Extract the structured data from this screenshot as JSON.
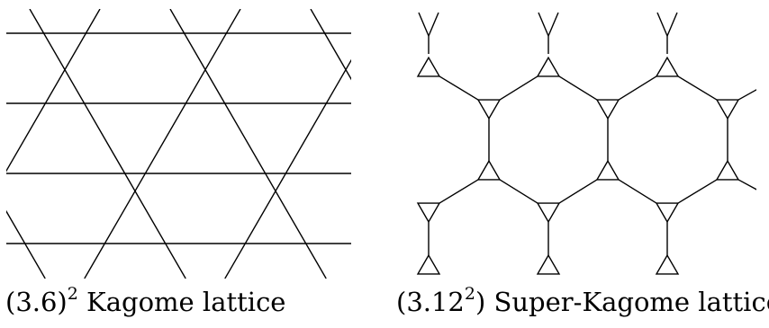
{
  "kagome": {
    "caption_open": "(3.6)",
    "caption_exp": "2",
    "caption_text": " Kagome lattice"
  },
  "super_kagome": {
    "caption_open": "(3.12",
    "caption_exp": "2",
    "caption_close": ") Super-Kagome lattice"
  },
  "colors": {
    "line": "#000000",
    "background": "#ffffff"
  }
}
